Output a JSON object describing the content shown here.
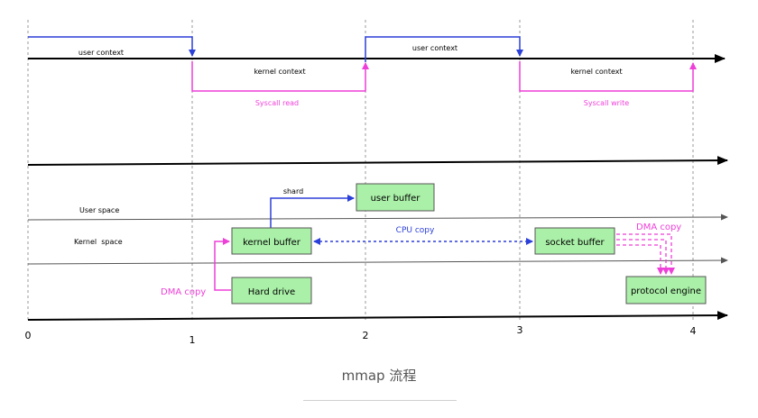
{
  "timeline": {
    "ticks": [
      "0",
      "1",
      "2",
      "3",
      "4"
    ],
    "context_labels": {
      "user_context_1": "user context",
      "kernel_context_1": "kernel context",
      "user_context_2": "user context",
      "kernel_context_2": "kernel context"
    },
    "syscalls": {
      "read": "Syscall read",
      "write": "Syscall write"
    }
  },
  "spaces": {
    "user_space": "User space",
    "kernel_space": "Kernel  space"
  },
  "boxes": {
    "user_buffer": "user buffer",
    "kernel_buffer": "kernel buffer",
    "hard_drive": "Hard drive",
    "socket_buffer": "socket buffer",
    "protocol_engine": "protocol engine"
  },
  "edge_labels": {
    "shard": "shard",
    "cpu_copy": "CPU copy",
    "dma_copy_left": "DMA copy",
    "dma_copy_right": "DMA copy"
  },
  "caption": "mmap 流程",
  "colors": {
    "blue": "#2b3fd9",
    "magenta": "#ee3fd8",
    "box_fill": "#aaf0a8",
    "box_border": "#555555",
    "axis": "#000000"
  }
}
